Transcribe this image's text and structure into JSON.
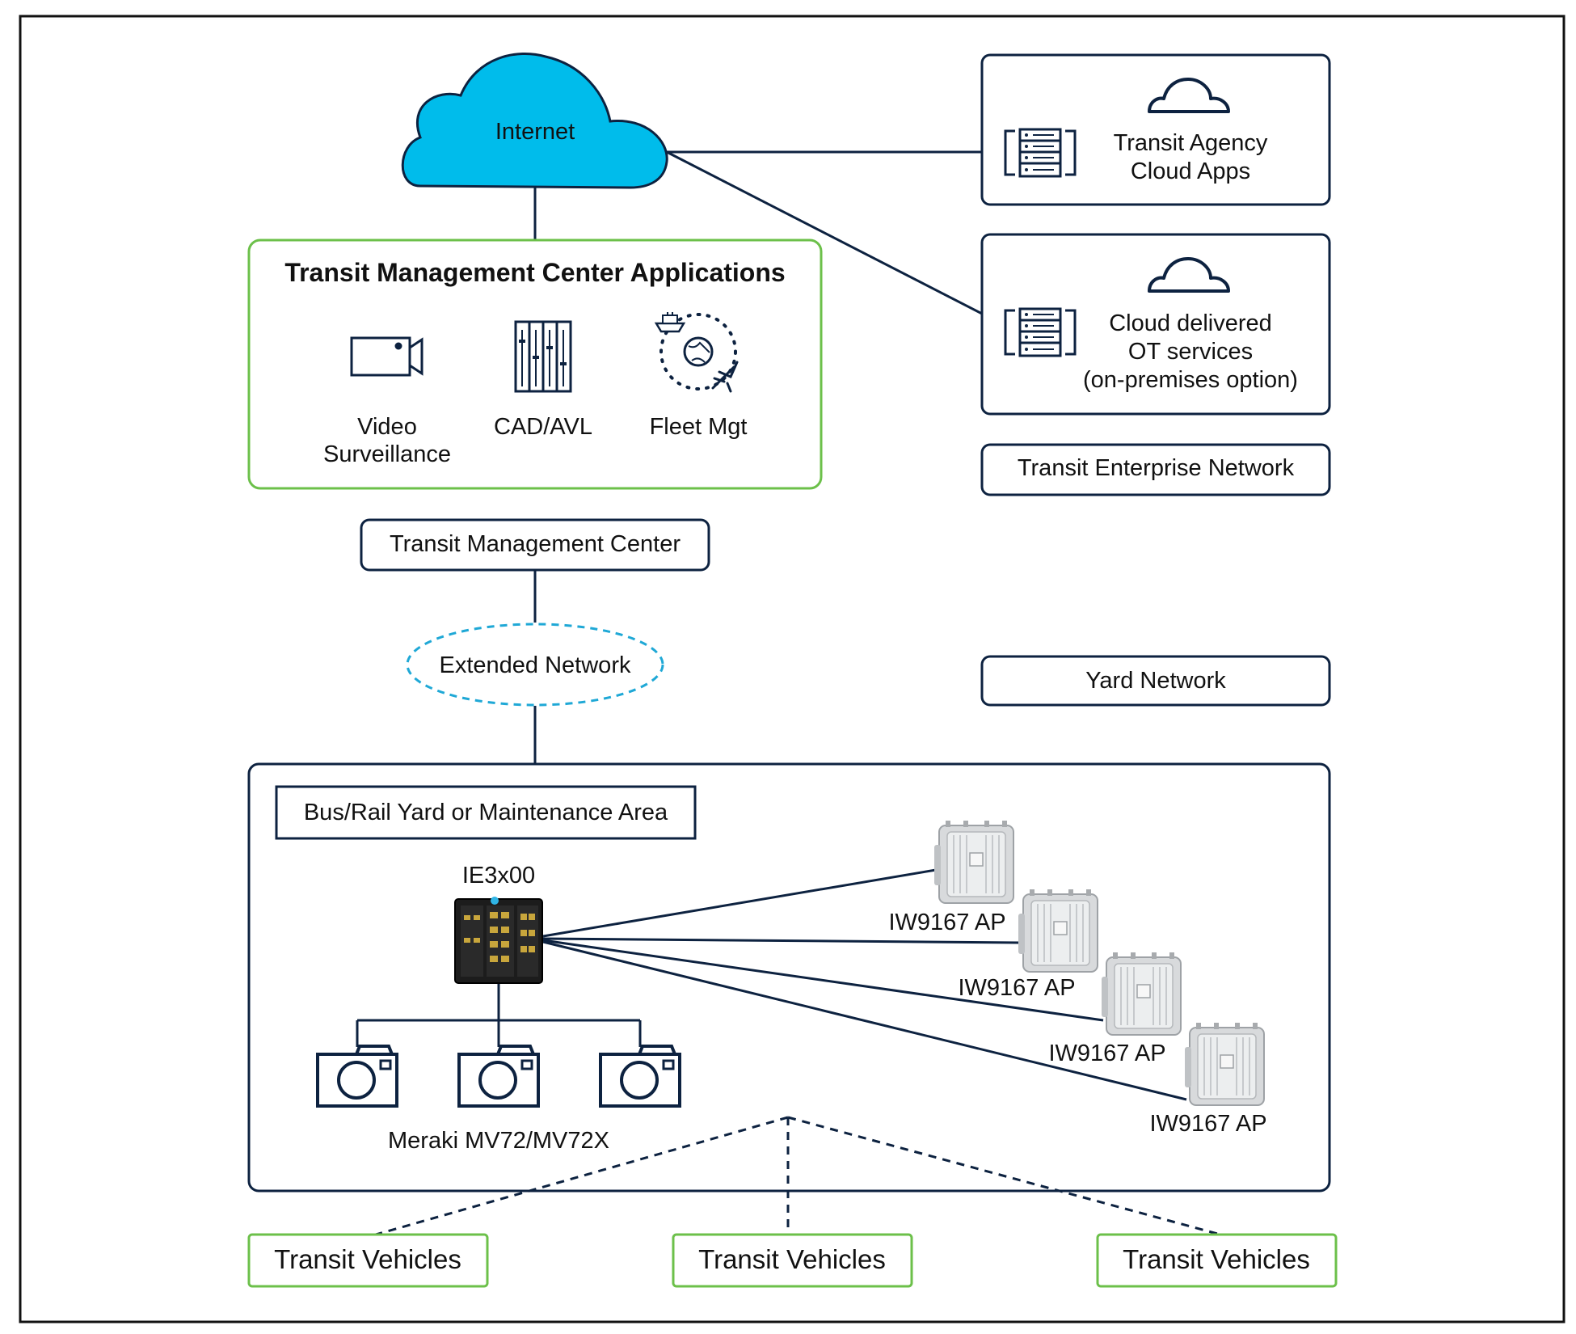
{
  "diagram": {
    "internet_label": "Internet",
    "cloud_apps": {
      "line1": "Transit Agency",
      "line2": "Cloud Apps"
    },
    "ot_services": {
      "line1": "Cloud delivered",
      "line2": "OT services",
      "line3": "(on-premises option)"
    },
    "enterprise_network": "Transit Enterprise Network",
    "tmc_apps": {
      "title": "Transit Management Center Applications",
      "video_line1": "Video",
      "video_line2": "Surveillance",
      "cad": "CAD/AVL",
      "fleet": "Fleet Mgt"
    },
    "tmc": "Transit Management Center",
    "extended_network": "Extended Network",
    "yard_network": "Yard Network",
    "yard_area": "Bus/Rail Yard or Maintenance Area",
    "switch_label": "IE3x00",
    "ap_labels": [
      "IW9167 AP",
      "IW9167 AP",
      "IW9167 AP",
      "IW9167 AP"
    ],
    "camera_label": "Meraki MV72/MV72X",
    "vehicles": [
      "Transit Vehicles",
      "Transit Vehicles",
      "Transit Vehicles"
    ]
  },
  "colors": {
    "navy": "#0d2240",
    "cloud_fill": "#00bceb",
    "green": "#6cc04a",
    "dash_blue": "#1fa8d6"
  },
  "icons": [
    "cloud-icon",
    "server-rack-icon",
    "video-camera-icon",
    "cad-avl-icon",
    "fleet-globe-icon",
    "switch-icon",
    "access-point-icon",
    "camera-icon"
  ]
}
